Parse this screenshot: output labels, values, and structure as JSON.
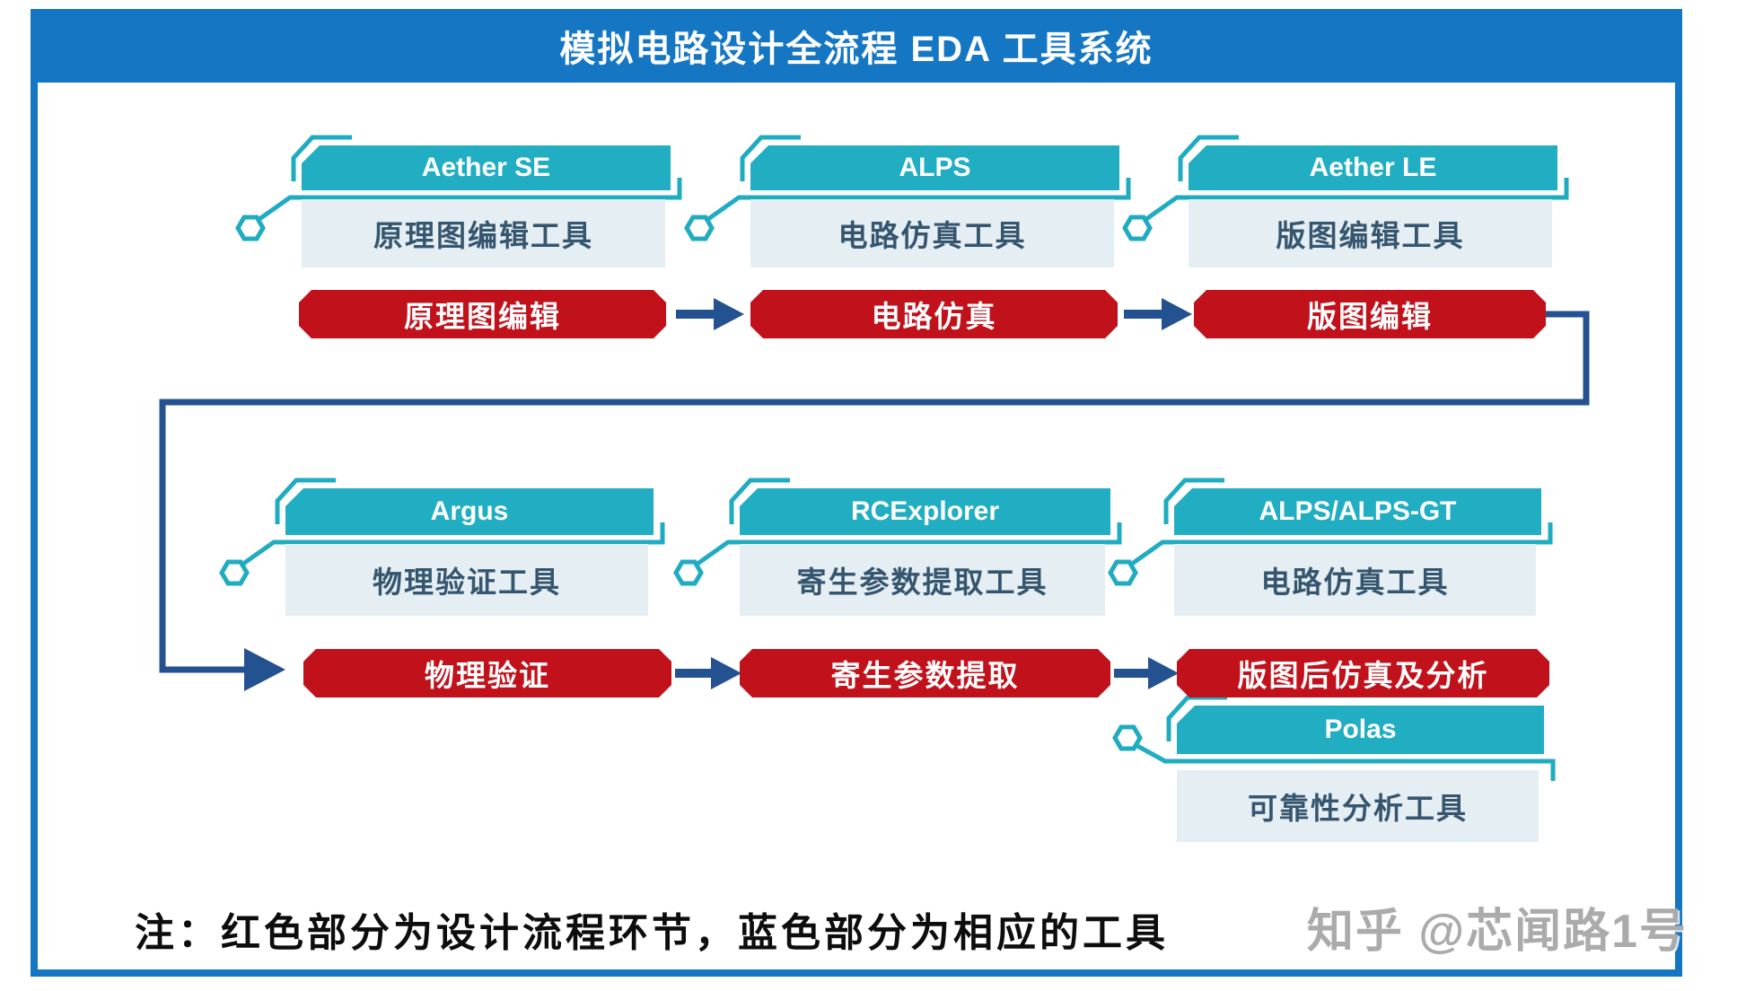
{
  "title": "模拟电路设计全流程 EDA 工具系统",
  "tool_cards": [
    {
      "name": "Aether SE",
      "desc": "原理图编辑工具"
    },
    {
      "name": "ALPS",
      "desc": "电路仿真工具"
    },
    {
      "name": "Aether LE",
      "desc": "版图编辑工具"
    },
    {
      "name": "Argus",
      "desc": "物理验证工具"
    },
    {
      "name": "RCExplorer",
      "desc": "寄生参数提取工具"
    },
    {
      "name": "ALPS/ALPS-GT",
      "desc": "电路仿真工具"
    },
    {
      "name": "Polas",
      "desc": "可靠性分析工具"
    }
  ],
  "flow_steps": [
    {
      "label": "原理图编辑"
    },
    {
      "label": "电路仿真"
    },
    {
      "label": "版图编辑"
    },
    {
      "label": "物理验证"
    },
    {
      "label": "寄生参数提取"
    },
    {
      "label": "版图后仿真及分析"
    }
  ],
  "note": "注：红色部分为设计流程环节，蓝色部分为相应的工具",
  "watermark": "知乎 @芯闻路1号",
  "colors": {
    "header_blue": "#1577C4",
    "teal": "#21AEC3",
    "card_body_bg": "#E4EEF3",
    "card_text": "#36566F",
    "flow_red": "#C1121C",
    "connector_navy": "#24518F",
    "watermark_gray": "#ABABAB"
  }
}
